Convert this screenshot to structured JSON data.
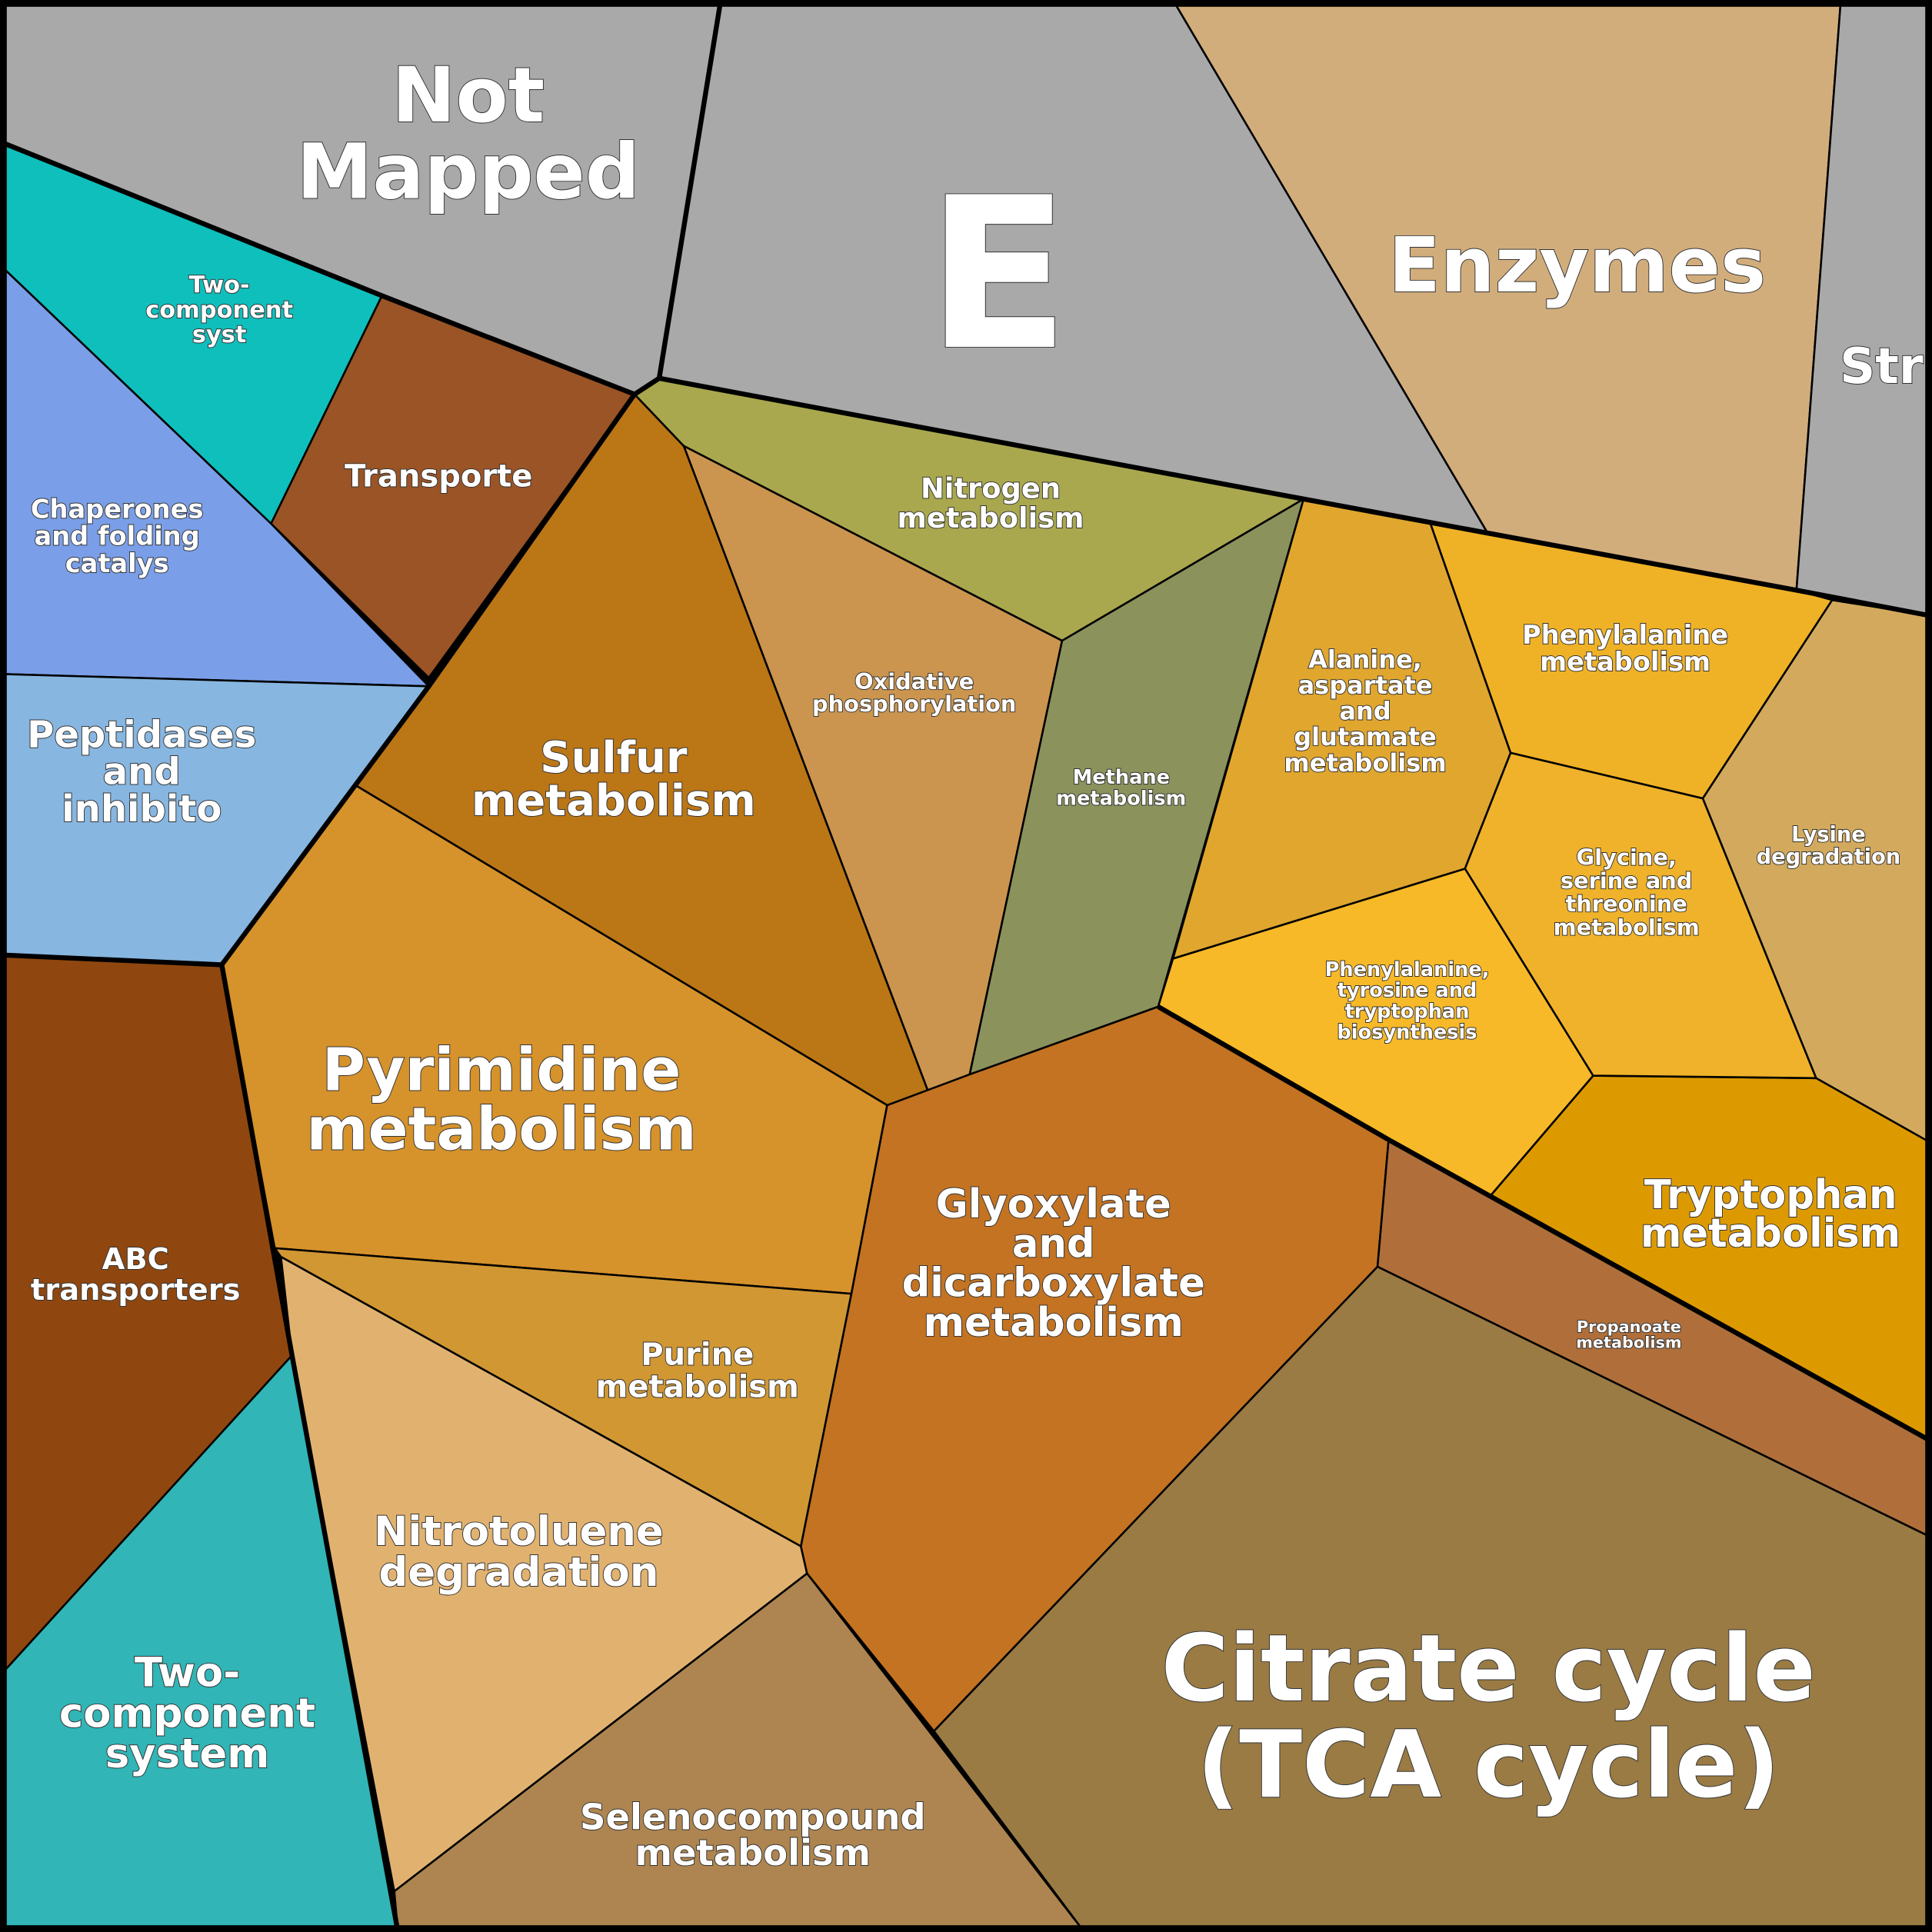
{
  "title": "Voronoi treemap of functional categories",
  "regions": [
    {
      "id": "not-mapped",
      "lines": [
        "Not",
        "Mapped"
      ],
      "color": "#a9a9a9"
    },
    {
      "id": "e",
      "lines": [
        "E"
      ],
      "color": "#a9a9a9"
    },
    {
      "id": "enzymes",
      "lines": [
        "Enzymes"
      ],
      "color": "#d2ad7c"
    },
    {
      "id": "str",
      "lines": [
        "Str"
      ],
      "color": "#a9a9a9"
    },
    {
      "id": "two-component-syst",
      "lines": [
        "Two-",
        "component",
        "syst"
      ],
      "color": "#0fbfbc"
    },
    {
      "id": "transporte",
      "lines": [
        "Transporte"
      ],
      "color": "#9a5425"
    },
    {
      "id": "chaperones",
      "lines": [
        "Chaperones",
        "and folding",
        "catalys"
      ],
      "color": "#7a9fe8"
    },
    {
      "id": "peptidases",
      "lines": [
        "Peptidases",
        "and",
        "inhibito"
      ],
      "color": "#87b6e0"
    },
    {
      "id": "abc-transporters",
      "lines": [
        "ABC",
        "transporters"
      ],
      "color": "#8f470f"
    },
    {
      "id": "two-component-system",
      "lines": [
        "Two-",
        "component",
        "system"
      ],
      "color": "#31b5b6"
    },
    {
      "id": "sulfur",
      "lines": [
        "Sulfur",
        "metabolism"
      ],
      "color": "#bb7616"
    },
    {
      "id": "nitrogen",
      "lines": [
        "Nitrogen",
        "metabolism"
      ],
      "color": "#aaa84e"
    },
    {
      "id": "oxidative",
      "lines": [
        "Oxidative",
        "phosphorylation"
      ],
      "color": "#cb954f"
    },
    {
      "id": "methane",
      "lines": [
        "Methane",
        "metabolism"
      ],
      "color": "#8b925c"
    },
    {
      "id": "pyrimidine",
      "lines": [
        "Pyrimidine",
        "metabolism"
      ],
      "color": "#d6922b"
    },
    {
      "id": "purine",
      "lines": [
        "Purine",
        "metabolism"
      ],
      "color": "#d19733"
    },
    {
      "id": "nitrotoluene",
      "lines": [
        "Nitrotoluene",
        "degradation"
      ],
      "color": "#e1b26f"
    },
    {
      "id": "selenocompound",
      "lines": [
        "Selenocompound",
        "metabolism"
      ],
      "color": "#ae8550"
    },
    {
      "id": "glyoxylate",
      "lines": [
        "Glyoxylate",
        "and",
        "dicarboxylate",
        "metabolism"
      ],
      "color": "#c37322"
    },
    {
      "id": "citrate",
      "lines": [
        "Citrate cycle",
        "(TCA cycle)"
      ],
      "color": "#9a7b44"
    },
    {
      "id": "propanoate",
      "lines": [
        "Propanoate",
        "metabolism"
      ],
      "color": "#b06f3a"
    },
    {
      "id": "tryptophan",
      "lines": [
        "Tryptophan",
        "metabolism"
      ],
      "color": "#dd9a00"
    },
    {
      "id": "phe-tyr-trp",
      "lines": [
        "Phenylalanine,",
        "tyrosine and",
        "tryptophan",
        "biosynthesis"
      ],
      "color": "#f7b928"
    },
    {
      "id": "alanine",
      "lines": [
        "Alanine,",
        "aspartate",
        "and",
        "glutamate",
        "metabolism"
      ],
      "color": "#e0a62e"
    },
    {
      "id": "phenylalanine",
      "lines": [
        "Phenylalanine",
        "metabolism"
      ],
      "color": "#efb226"
    },
    {
      "id": "glycine",
      "lines": [
        "Glycine,",
        "serine and",
        "threonine",
        "metabolism"
      ],
      "color": "#efb22a"
    },
    {
      "id": "lysine",
      "lines": [
        "Lysine",
        "degradation"
      ],
      "color": "#d3aa5d"
    }
  ]
}
